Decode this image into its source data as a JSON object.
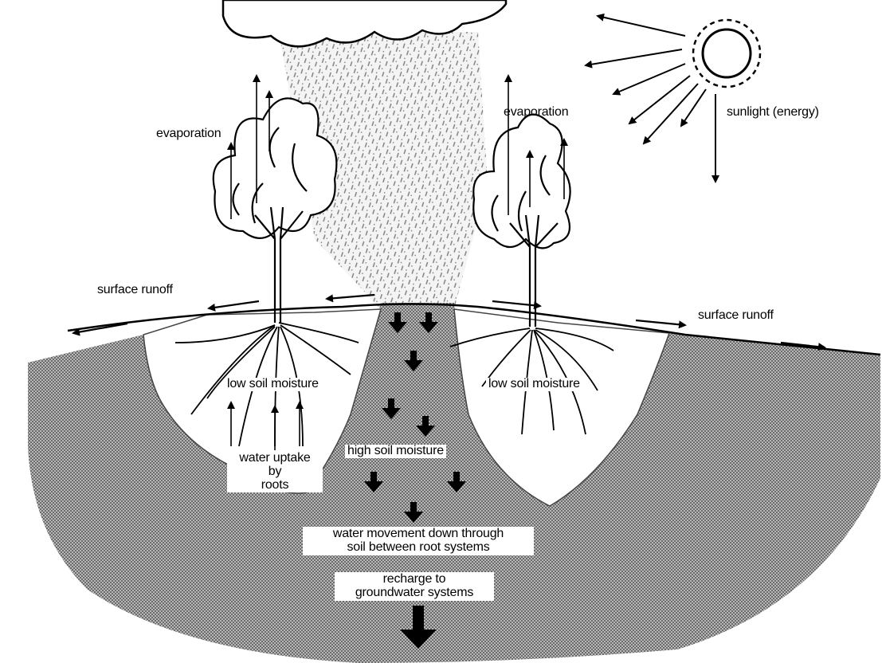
{
  "diagram": {
    "labels": {
      "evaporation_left": "evaporation",
      "evaporation_right": "evaporation",
      "sunlight": "sunlight (energy)",
      "runoff_left": "surface runoff",
      "runoff_right": "surface runoff",
      "low_moisture_left": "low soil moisture",
      "low_moisture_right": "low soil moisture",
      "water_uptake_line1": "water uptake",
      "water_uptake_line2": "by",
      "water_uptake_line3": "roots",
      "high_moisture": "high soil moisture",
      "movement_line1": "water movement down through",
      "movement_line2": "soil between root systems",
      "recharge_line1": "recharge to",
      "recharge_line2": "groundwater systems"
    }
  }
}
